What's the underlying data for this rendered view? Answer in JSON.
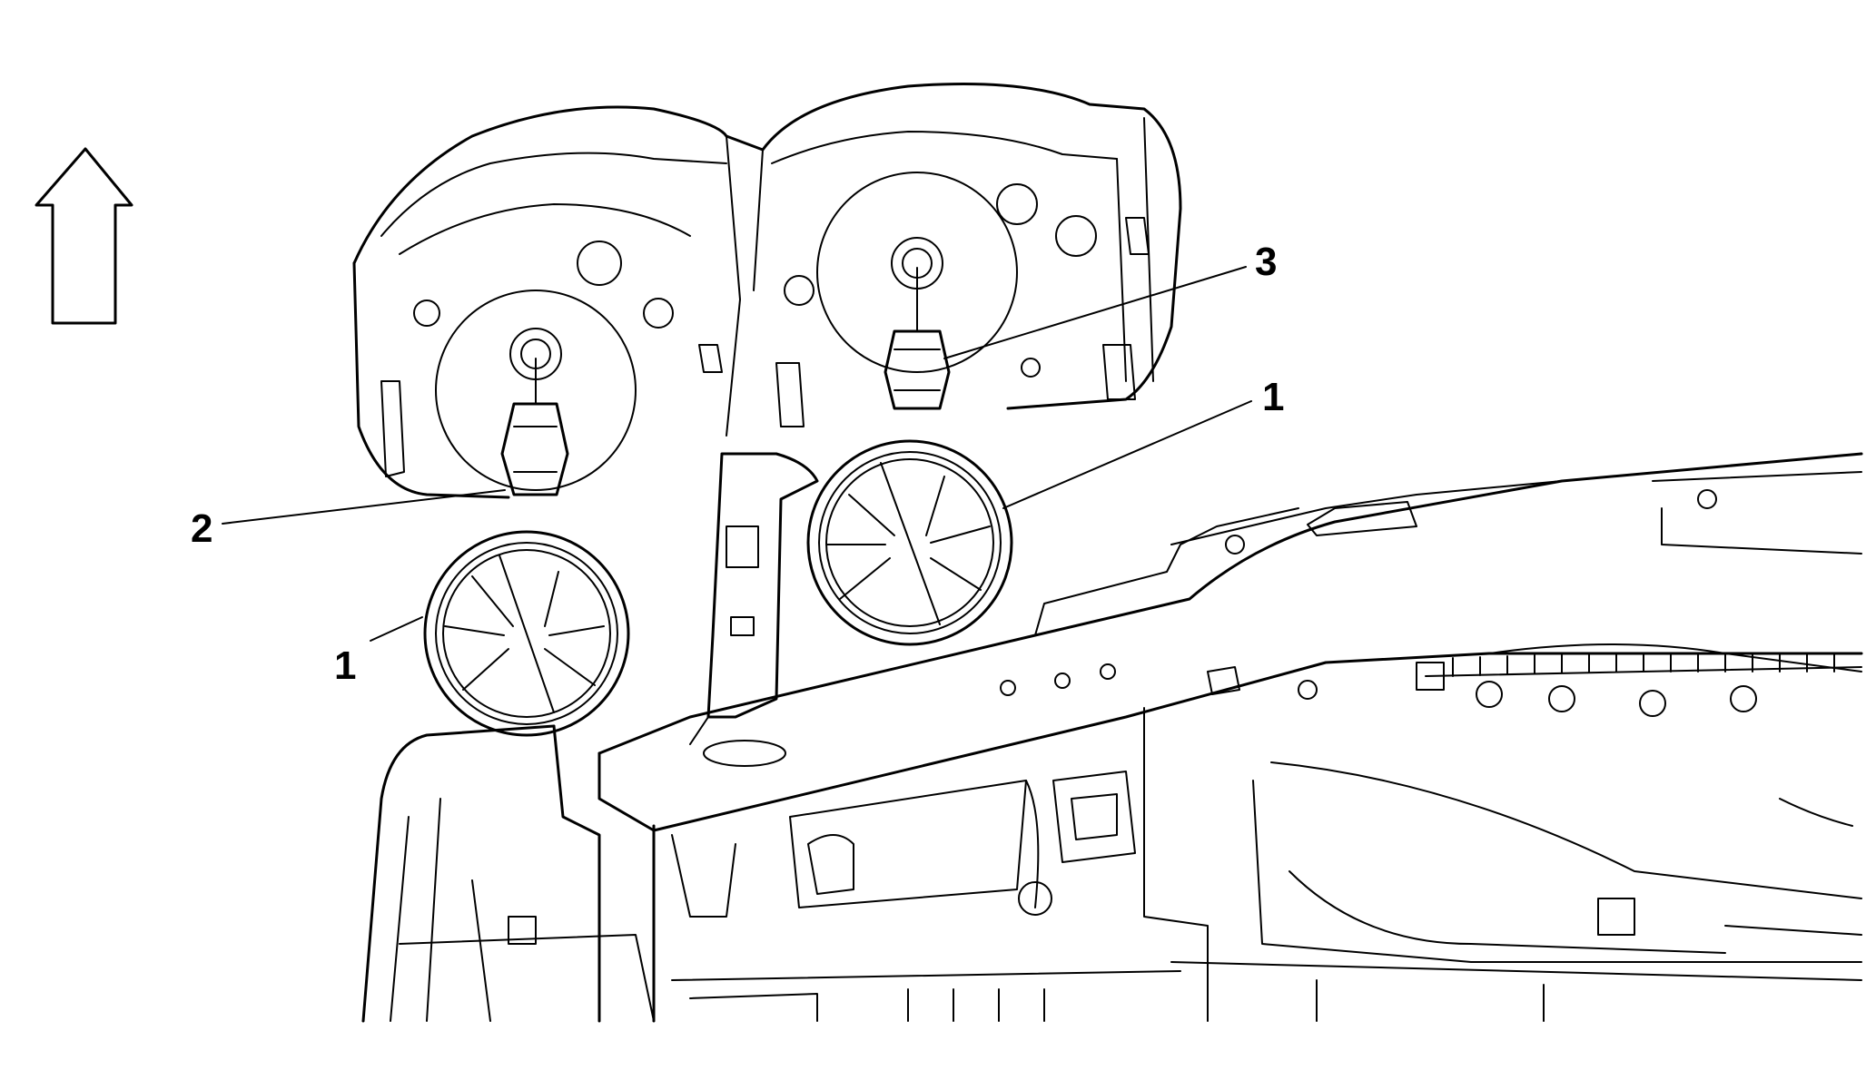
{
  "diagram": {
    "callouts": [
      {
        "id": "callout-1-right",
        "label": "1"
      },
      {
        "id": "callout-1-left",
        "label": "1"
      },
      {
        "id": "callout-2",
        "label": "2"
      },
      {
        "id": "callout-3",
        "label": "3"
      }
    ],
    "orientation_arrow": "up-arrow-icon",
    "colors": {
      "line": "#000000",
      "background": "#ffffff"
    }
  }
}
